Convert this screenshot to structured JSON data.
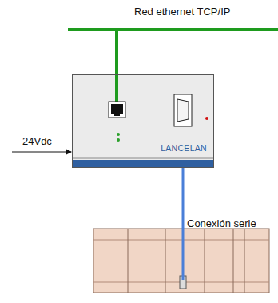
{
  "diagram": {
    "nodes": [
      {
        "text": [
          "LANCELAN"
        ]
      }
    ],
    "labels": [
      "Red ethernet TCP/IP",
      "24Vdc",
      "Conexión serie"
    ]
  }
}
